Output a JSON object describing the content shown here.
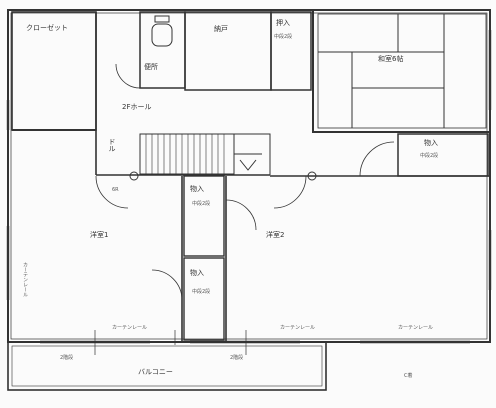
{
  "plan": {
    "rooms": {
      "closet": "クローゼット",
      "toilet": "便所",
      "storage_top": "納戸",
      "oshiire_top": "押入",
      "oshiire_top_note": "中段2段",
      "washitsu": "和室6帖",
      "hall": "2Fホール",
      "dl": "ドル",
      "oshiire_right": "物入",
      "oshiire_right_note": "中段2段",
      "mono_mid": "物入",
      "mono_mid_note": "中段2段",
      "mono_low": "物入",
      "mono_low_note": "中段2段",
      "youshitsu1": "洋室1",
      "youshitsu2": "洋室2",
      "balcony": "バルコニー"
    },
    "annotations": {
      "curtain_rail_1": "カーテンレール",
      "curtain_rail_2": "カーテンレール",
      "curtain_rail_3": "カーテンレール",
      "curtain_rail_vertical": "カーテンレール",
      "door_mark": "6R",
      "window_mark_1": "2階段",
      "window_mark_2": "2階段",
      "corner_tag": "C着"
    }
  }
}
